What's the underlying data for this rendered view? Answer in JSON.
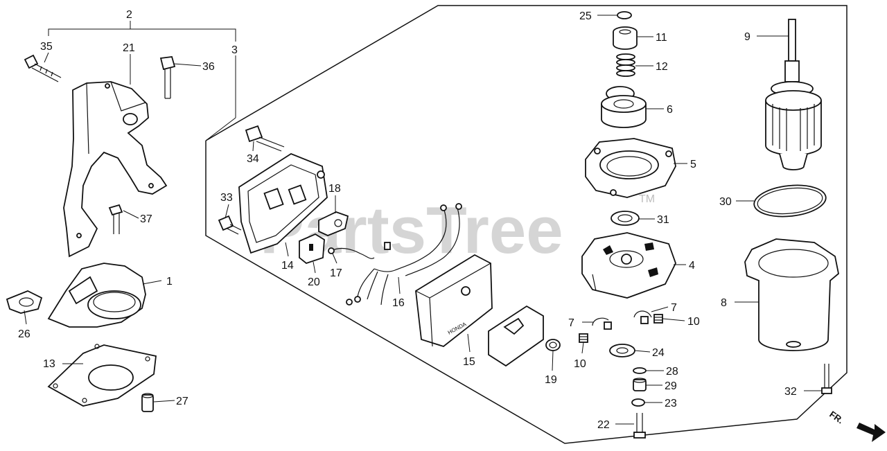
{
  "diagram": {
    "watermark": "PartsTree",
    "trademark": "TM",
    "direction_label": "FR.",
    "group_labels": {
      "group_2": "2",
      "group_3": "3"
    },
    "callouts": {
      "p1": "1",
      "p4": "4",
      "p5": "5",
      "p6": "6",
      "p7a": "7",
      "p7b": "7",
      "p8": "8",
      "p9": "9",
      "p10a": "10",
      "p10b": "10",
      "p11": "11",
      "p12": "12",
      "p13": "13",
      "p14": "14",
      "p15": "15",
      "p16": "16",
      "p17": "17",
      "p18": "18",
      "p19": "19",
      "p20": "20",
      "p21": "21",
      "p22": "22",
      "p23": "23",
      "p24": "24",
      "p25": "25",
      "p26": "26",
      "p27": "27",
      "p28": "28",
      "p29": "29",
      "p30": "30",
      "p31": "31",
      "p32": "32",
      "p33": "33",
      "p34": "34",
      "p35": "35",
      "p36": "36",
      "p37": "37"
    },
    "module_marking": "HONDA"
  }
}
